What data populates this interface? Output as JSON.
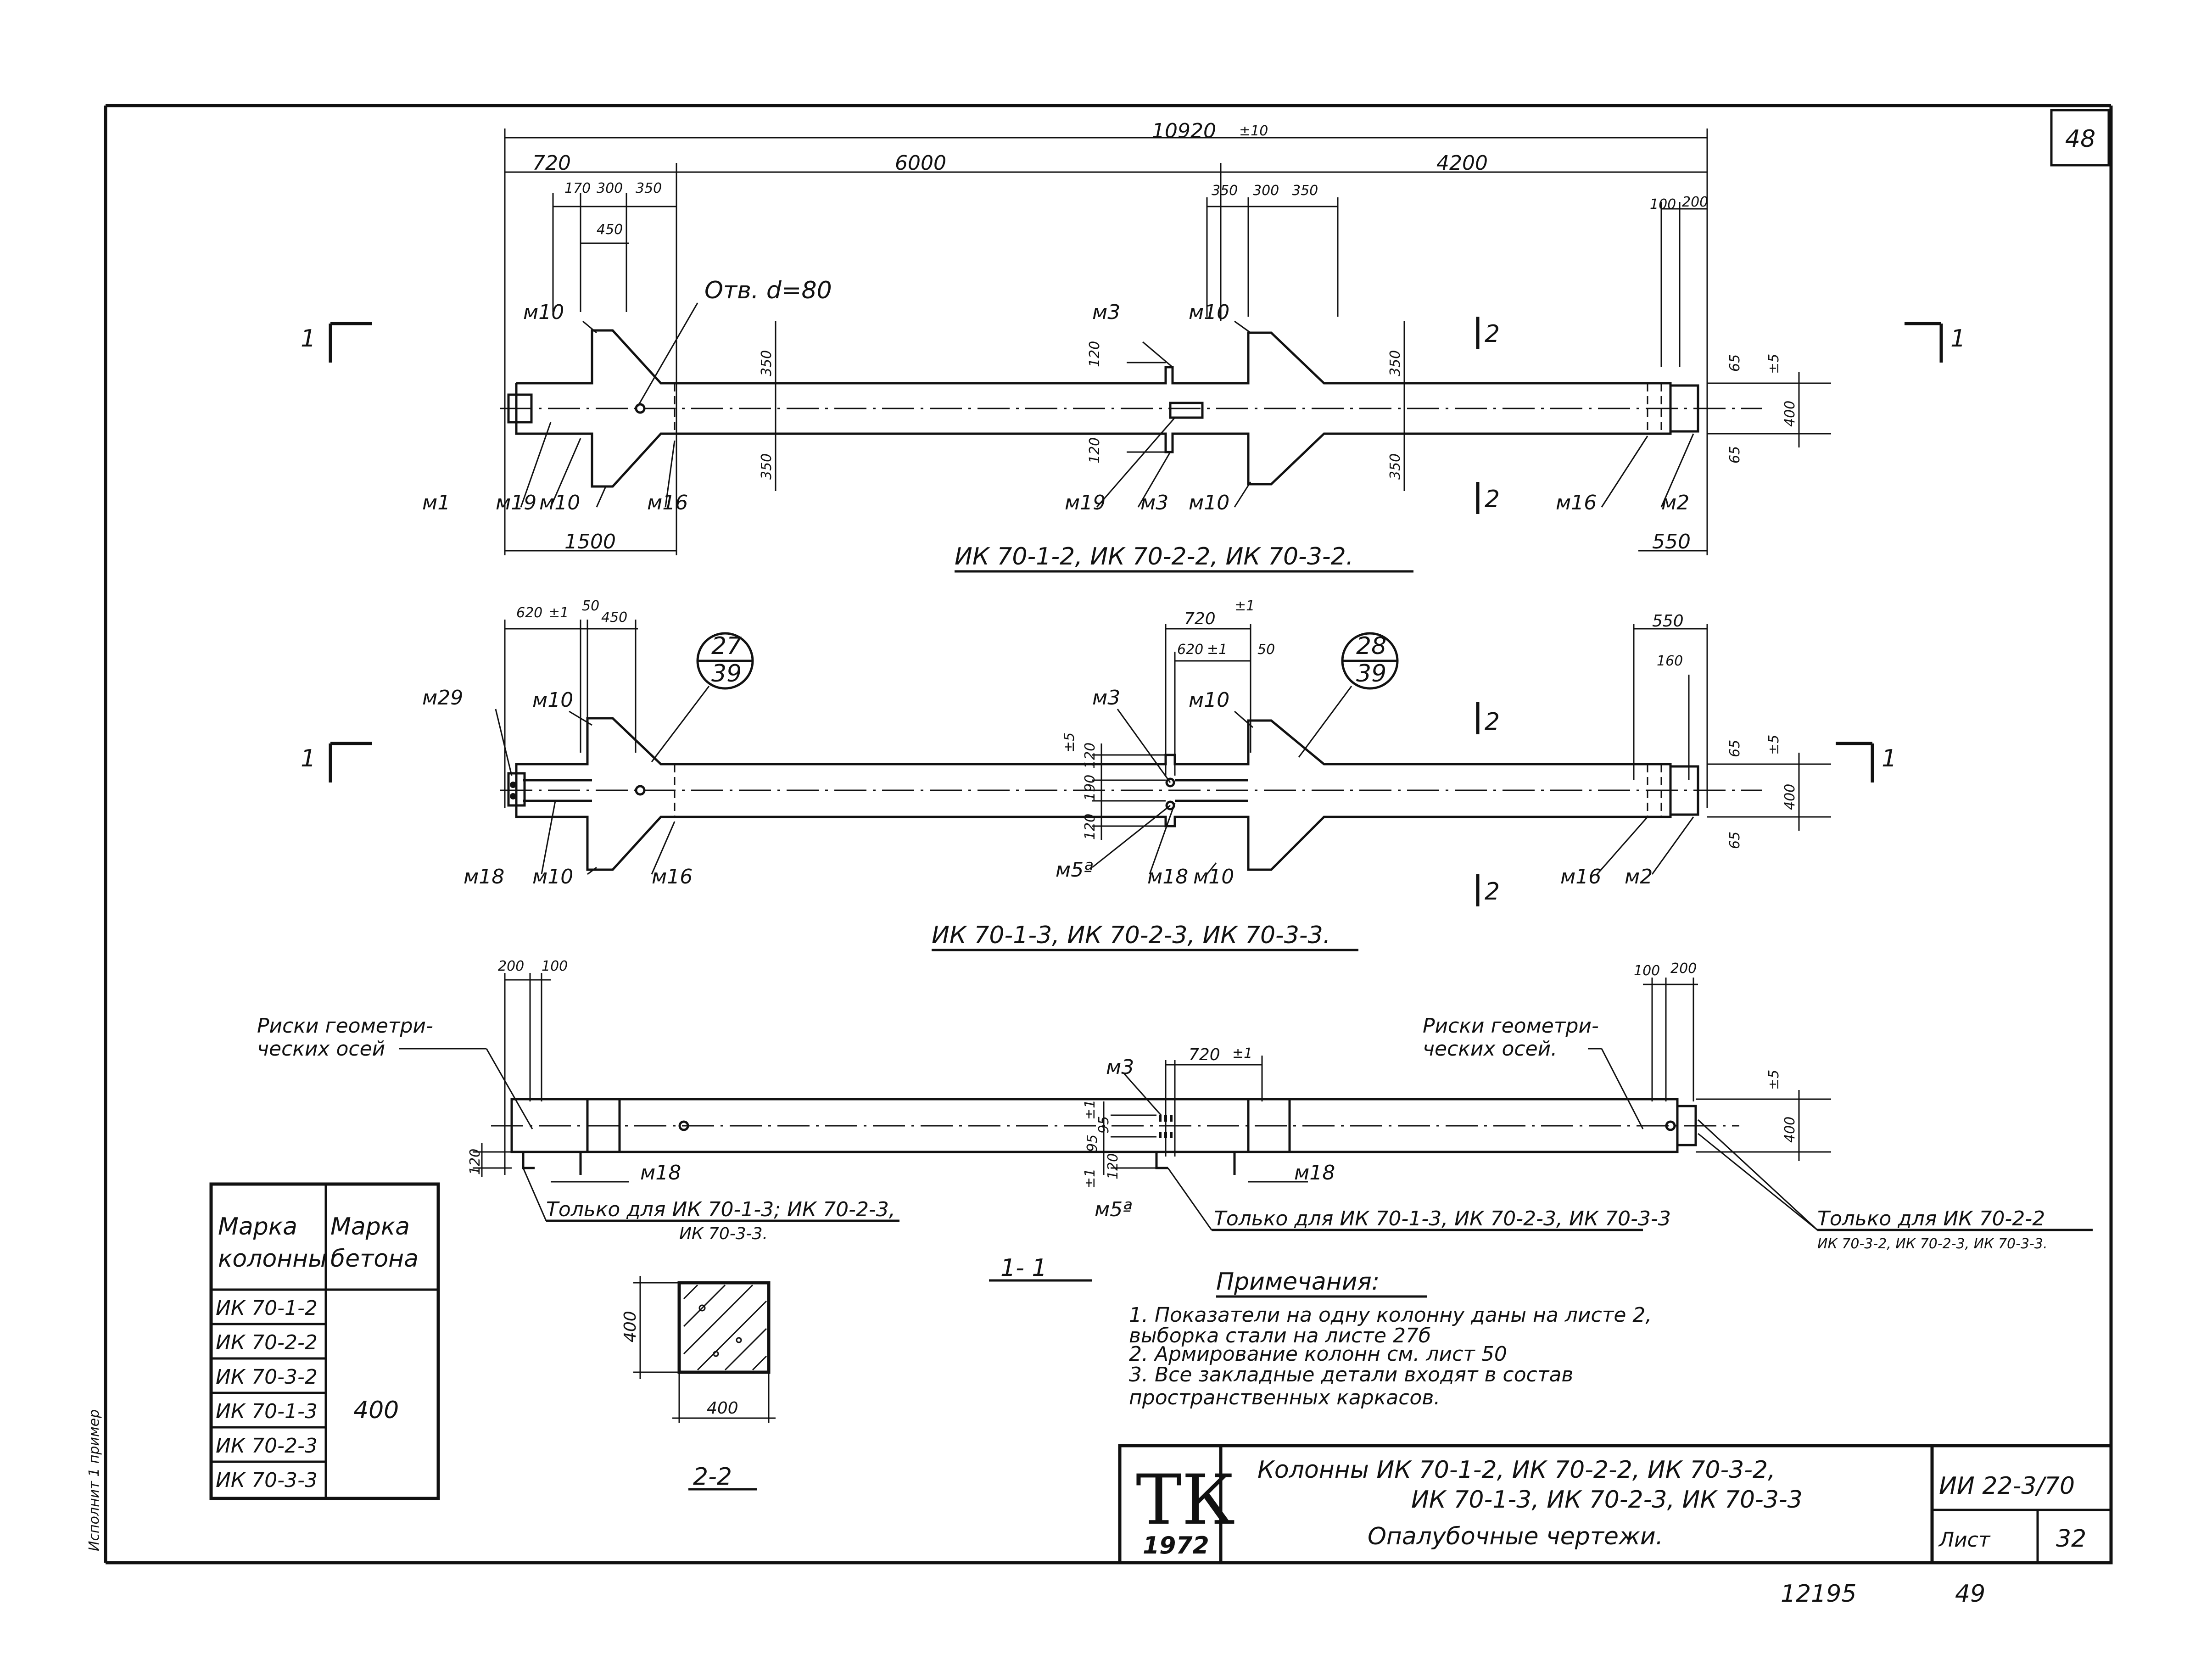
{
  "sheet_number": "48",
  "view1": {
    "overall": "10920",
    "overall_tol": "±10",
    "spans": [
      "720",
      "6000",
      "4200"
    ],
    "sub_left": [
      "170",
      "300",
      "350",
      "450"
    ],
    "sub_mid": [
      "350",
      "300",
      "350"
    ],
    "sub_right": [
      "100",
      "200"
    ],
    "hole": "Отв. d=80",
    "marks_top": [
      "м10",
      "м3",
      "м10"
    ],
    "marks_bottom": [
      "м1",
      "м19",
      "м10",
      "м16",
      "м19",
      "м3",
      "м10",
      "м16",
      "м2"
    ],
    "dim_350": "350",
    "dim_120": "120",
    "dim_65": "65",
    "dim_400": "400",
    "tol_5": "±5",
    "bottom_1500": "1500",
    "bottom_550": "550",
    "section_label": "1",
    "cut_label": "2",
    "caption": "ИК 70-1-2, ИК 70-2-2, ИК 70-3-2."
  },
  "view2": {
    "dims_left": [
      "620",
      "±1",
      "50",
      "450"
    ],
    "dims_mid": [
      "720",
      "±1",
      "620",
      "±1",
      "50"
    ],
    "dims_right": [
      "550",
      "160"
    ],
    "callout1": {
      "top": "27",
      "bottom": "39"
    },
    "callout2": {
      "top": "28",
      "bottom": "39"
    },
    "marks": [
      "м29",
      "м10",
      "м3",
      "м10",
      "м18",
      "м10",
      "м16",
      "м5ª",
      "м18",
      "м10",
      "м16",
      "м2"
    ],
    "dim_190": "190",
    "caption": "ИК 70-1-3, ИК 70-2-3, ИК 70-3-3."
  },
  "view3": {
    "dims_left": [
      "200",
      "100"
    ],
    "dims_right": [
      "100",
      "200"
    ],
    "risk_left": [
      "Риски геометри-",
      "ческих осей"
    ],
    "risk_right": [
      "Риски геометри-",
      "ческих осей."
    ],
    "mid_marks": [
      "м3",
      "720",
      "±1"
    ],
    "vdims": [
      "95",
      "95",
      "120",
      "120"
    ],
    "m18": "м18",
    "m5a": "м5ª",
    "only1": [
      "Только для ИК 70-1-3; ИК 70-2-3,",
      "ИК 70-3-3."
    ],
    "only2": "Только для ИК 70-1-3, ИК 70-2-3, ИК 70-3-3",
    "only3": [
      "Только для ИК 70-2-2",
      "ИК 70-3-2, ИК 70-2-3, ИК 70-3-3."
    ],
    "section_title": "1- 1"
  },
  "table": {
    "headers": [
      [
        "Марка",
        "колонны"
      ],
      [
        "Марка",
        "бетона"
      ]
    ],
    "rows": [
      "ИК 70-1-2",
      "ИК 70-2-2",
      "ИК 70-3-2",
      "ИК 70-1-3",
      "ИК 70-2-3",
      "ИК 70-3-3"
    ],
    "concrete": "400"
  },
  "section22": {
    "dim_v": "400",
    "dim_h": "400",
    "title": "2-2"
  },
  "notes": {
    "title": "Примечания:",
    "items": [
      "1. Показатели на одну колонну даны на листе 2,",
      "   выборка стали на листе 27б",
      "2. Армирование колонн см. лист 50",
      "3. Все закладные детали входят в состав",
      "   пространственных каркасов."
    ]
  },
  "stamp": {
    "org": "ТК",
    "year": "1972",
    "title_lines": [
      "Колонны ИК 70-1-2, ИК 70-2-2, ИК 70-3-2,",
      "ИК 70-1-3, ИК 70-2-3, ИК 70-3-3",
      "Опалубочные   чертежи."
    ],
    "series": "ИИ 22-3/70",
    "sheet_label": "Лист",
    "sheet_no": "32"
  },
  "footer": {
    "archive": "12195",
    "page": "49"
  },
  "margin_text": "Исполнит   1 пример"
}
